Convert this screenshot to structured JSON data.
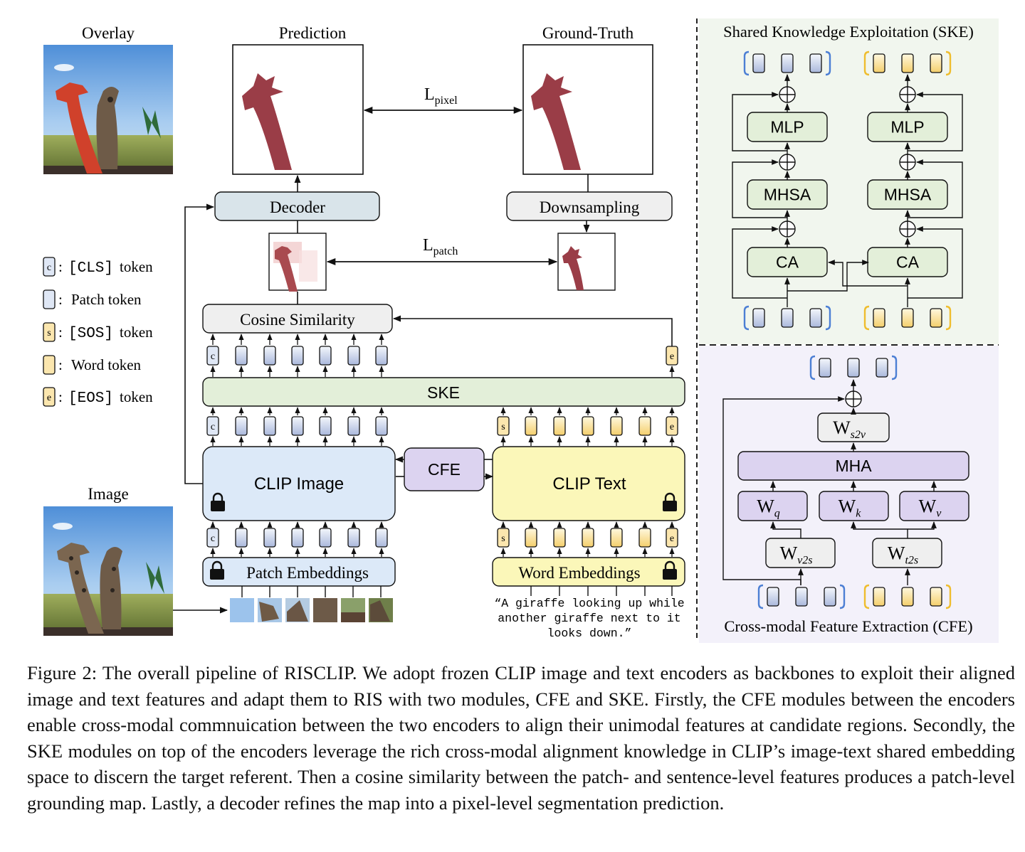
{
  "panels": {
    "overlay_title": "Overlay",
    "prediction_title": "Prediction",
    "ground_truth_title": "Ground-Truth",
    "image_title": "Image"
  },
  "losses": {
    "pixel_main": "L",
    "pixel_sub": "pixel",
    "patch_main": "L",
    "patch_sub": "patch"
  },
  "blocks": {
    "decoder": "Decoder",
    "downsampling": "Downsampling",
    "cosine_similarity": "Cosine Similarity",
    "ske": "SKE",
    "clip_image": "CLIP Image",
    "cfe": "CFE",
    "clip_text": "CLIP Text",
    "patch_embeddings": "Patch Embeddings",
    "word_embeddings": "Word Embeddings"
  },
  "legend": [
    {
      "glyph": "c",
      "code": "[CLS]",
      "text": "token",
      "kind": "cls"
    },
    {
      "glyph": "",
      "code": "",
      "text": "Patch token",
      "kind": "patch"
    },
    {
      "glyph": "s",
      "code": "[SOS]",
      "text": "token",
      "kind": "sos"
    },
    {
      "glyph": "",
      "code": "",
      "text": "Word token",
      "kind": "word"
    },
    {
      "glyph": "e",
      "code": "[EOS]",
      "text": "token",
      "kind": "eos"
    }
  ],
  "token_glyphs": {
    "cls": "c",
    "sos": "s",
    "eos": "e"
  },
  "text_input": [
    "“A giraffe looking up while",
    "another giraffe next to it",
    "looks down.”"
  ],
  "ske_panel": {
    "title": "Shared Knowledge Exploitation (SKE)",
    "mlp": "MLP",
    "mhsa": "MHSA",
    "ca": "CA"
  },
  "cfe_panel": {
    "title": "Cross-modal Feature Extraction (CFE)",
    "mha": "MHA",
    "w": "W",
    "ws2v_sub": "s2v",
    "wq_sub": "q",
    "wk_sub": "k",
    "wv_sub": "v",
    "wv2s_sub": "v2s",
    "wt2s_sub": "t2s"
  },
  "colors": {
    "patch_token_fill": "#dfe7f5",
    "word_token_fill": "#fbe6ae",
    "clip_image": "#dce9f8",
    "clip_text": "#fbf7b9",
    "cfe": "#dcd3f0",
    "ske": "#e3efd9",
    "decoder": "#d9e4ea",
    "gray_block": "#efefef",
    "mask": "#9a3d47",
    "ske_bg": "#f1f6ee",
    "cfe_bg": "#f3f1fa",
    "blue_bracket": "#4c7fd4",
    "yellow_bracket": "#efbd2e"
  },
  "caption": "Figure 2: The overall pipeline of RISCLIP. We adopt frozen CLIP image and text encoders as backbones to exploit their aligned image and text features and adapt them to RIS with two modules, CFE and SKE. Firstly, the CFE modules between the encoders enable cross-modal commnuication between the two encoders to align their unimodal features at candidate regions. Secondly, the SKE modules on top of the encoders leverage the rich cross-modal alignment knowledge in CLIP’s image-text shared embedding space to discern the target referent. Then a cosine similarity between the patch- and sentence-level features produces a patch-level grounding map. Lastly, a decoder refines the map into a pixel-level segmentation prediction."
}
